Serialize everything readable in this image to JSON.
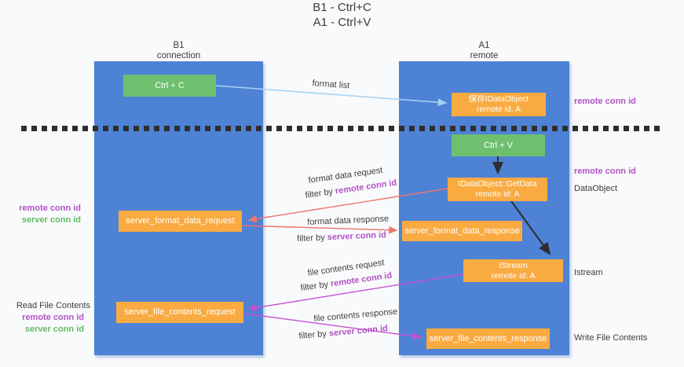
{
  "title": {
    "line1": "B1 - Ctrl+C",
    "line2": "A1 - Ctrl+V"
  },
  "lanes": {
    "left": {
      "name": "B1",
      "role": "connection"
    },
    "right": {
      "name": "A1",
      "role": "remote"
    }
  },
  "nodes": {
    "ctrl_c": "Ctrl + C",
    "save_dataobject": {
      "line1": "保存IDataObject",
      "line2": "remote id: A"
    },
    "ctrl_v": "Ctrl + V",
    "getdata": {
      "line1": "IDataObject::GetData",
      "line2": "remote id: A"
    },
    "format_request": "server_format_data_request",
    "format_response": "server_format_data_response",
    "istream": {
      "line1": "IStream",
      "line2": "remote id: A"
    },
    "file_request": "server_file_contents_request",
    "file_response": "server_file_contents_response"
  },
  "edge_labels": {
    "format_list": "format list",
    "format_data_request": "format data request",
    "format_data_response": "format data response",
    "file_contents_request": "file contents request",
    "file_contents_response": "file contents response",
    "filter_by": "filter by ",
    "remote_conn_id": "remote conn id",
    "server_conn_id": "server conn id"
  },
  "side_labels": {
    "left": {
      "remote_conn_id": "remote conn id",
      "server_conn_id": "server conn id",
      "read_file_contents": "Read File Contents"
    },
    "right": {
      "remote_conn_id_top": "remote conn id",
      "remote_conn_id_mid": "remote conn id",
      "dataobject": "DataObject",
      "istream": "Istream",
      "write_file_contents": "Write File Contents"
    }
  },
  "colors": {
    "lane_blue": "#4e82d5",
    "green_box": "#6ec06f",
    "orange_box": "#f9ab42",
    "salmon_arrow": "#ee7470",
    "magenta_arrow": "#c750cf",
    "light_blue_arrow": "#a5d3f3",
    "black_arrow": "#2e2e2e",
    "purple_text": "#b153c5",
    "green_text": "#63bd68"
  }
}
